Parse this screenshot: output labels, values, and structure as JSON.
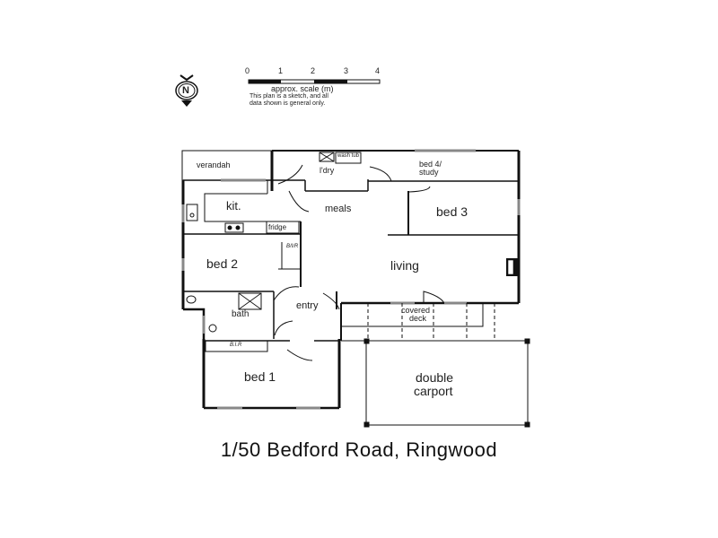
{
  "header": {
    "compass_label": "N",
    "scale": {
      "ticks": [
        "0",
        "1",
        "2",
        "3",
        "4"
      ],
      "caption": "approx. scale (m)",
      "disclaimer_line1": "This plan is a sketch, and all",
      "disclaimer_line2": "data shown is general only."
    }
  },
  "rooms": {
    "verandah": "verandah",
    "laundry": "l'dry",
    "wash_tub": "wash tub",
    "bed4_line1": "bed 4/",
    "bed4_line2": "study",
    "kitchen": "kit.",
    "meals": "meals",
    "bed3": "bed 3",
    "fridge": "fridge",
    "bir_bed2": "B/I/R",
    "bed2": "bed 2",
    "living": "living",
    "entry": "entry",
    "bath": "bath",
    "covered_deck_line1": "covered",
    "covered_deck_line2": "deck",
    "bir_bed1": "B.I.R",
    "bed1": "bed 1",
    "carport_line1": "double",
    "carport_line2": "carport"
  },
  "footer": {
    "address": "1/50 Bedford Road, Ringwood"
  }
}
